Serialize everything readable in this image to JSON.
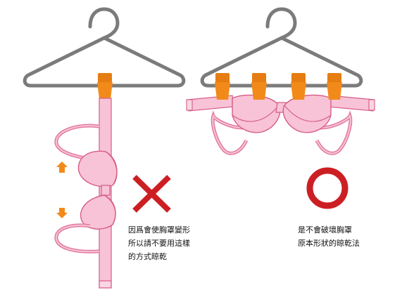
{
  "wrong_method": {
    "caption_lines": [
      "因爲會使胸罩變形",
      "所以請不要用這樣",
      "的方式晾乾"
    ],
    "mark_icon": "x-mark-icon"
  },
  "right_method": {
    "caption_lines": [
      "是不會破壞胸罩",
      "原本形狀的晾乾法"
    ],
    "mark_icon": "circle-mark-icon"
  },
  "colors": {
    "hanger": "#7b7b7b",
    "clip": "#f28a1a",
    "bra_fill": "#f8c3d6",
    "bra_stroke": "#d65c87",
    "strap": "#e27aa0",
    "arrow": "#f28a1a",
    "wrong_mark": "#cc1f24",
    "right_mark": "#cc1f24"
  }
}
